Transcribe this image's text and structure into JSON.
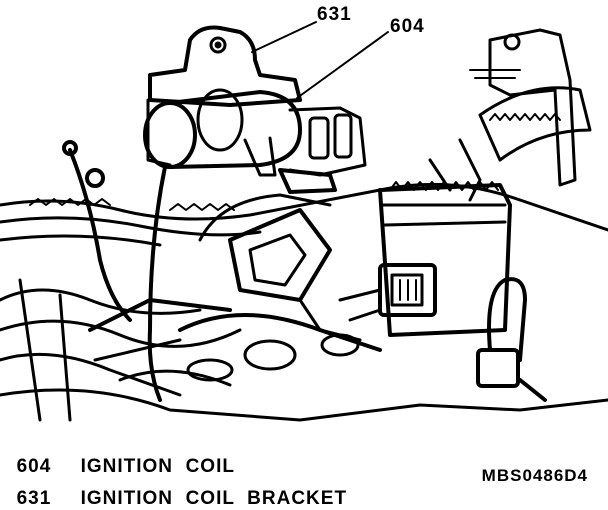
{
  "callouts": {
    "coil_bracket": "631",
    "ignition_coil": "604"
  },
  "legend": [
    {
      "number": "604",
      "label": "IGNITION  COIL"
    },
    {
      "number": "631",
      "label": "IGNITION  COIL  BRACKET"
    }
  ],
  "figure_id": "MBS0486D4",
  "colors": {
    "ink": "#000000",
    "paper": "#ffffff"
  }
}
